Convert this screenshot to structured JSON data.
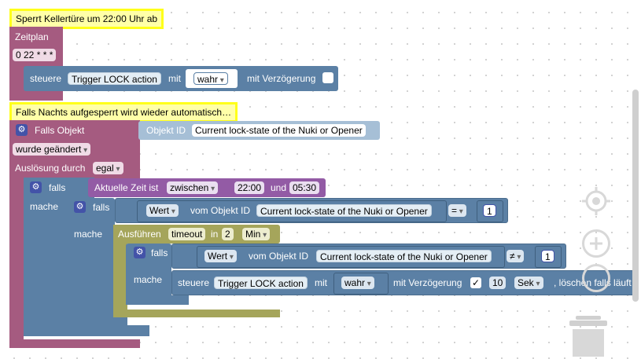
{
  "comments": {
    "c1": "Sperrt Kellertüre um 22:00 Uhr ab",
    "c2": "Falls Nachts aufgesperrt wird wieder automatisch…"
  },
  "schedule": {
    "label": "Zeitplan",
    "cron": "0 22 * * *",
    "control_label": "steuere",
    "target": "Trigger LOCK action",
    "with_label": "mit",
    "value": "wahr",
    "delay_label": "mit Verzögerung"
  },
  "trigger": {
    "label": "Falls Objekt",
    "object_id_label": "Objekt ID",
    "object": "Current lock-state of the Nuki or Opener",
    "condition": "wurde geändert",
    "trigger_by_label": "Auslösung durch",
    "trigger_by": "egal"
  },
  "if1": {
    "if_label": "falls",
    "do_label": "mache",
    "time_label": "Aktuelle Zeit ist",
    "time_op": "zwischen",
    "from": "22:00",
    "and_label": "und",
    "to": "05:30"
  },
  "if2": {
    "if_label": "falls",
    "do_label": "mache",
    "value_kind": "Wert",
    "from_object_label": "vom Objekt ID",
    "object": "Current lock-state of the Nuki or Opener",
    "op": "=",
    "number": "1"
  },
  "timeout": {
    "label": "Ausführen",
    "kind": "timeout",
    "in_label": "in",
    "amount": "2",
    "unit": "Min"
  },
  "if3": {
    "if_label": "falls",
    "do_label": "mache",
    "value_kind": "Wert",
    "from_object_label": "vom Objekt ID",
    "object": "Current lock-state of the Nuki or Opener",
    "op": "≠",
    "number": "1"
  },
  "action": {
    "control_label": "steuere",
    "target": "Trigger LOCK action",
    "with_label": "mit",
    "value": "wahr",
    "delay_label": "mit Verzögerung",
    "delay_checked": "✓",
    "delay": "10",
    "unit": "Sek",
    "clear_label": ", löschen falls läuft"
  },
  "icons": {
    "gear": "gear-icon",
    "recenter": "recenter-icon",
    "zoom_in": "zoom-in-icon",
    "zoom_out": "zoom-out-icon",
    "trash": "trash-icon",
    "checkmark": "checkmark-icon"
  }
}
